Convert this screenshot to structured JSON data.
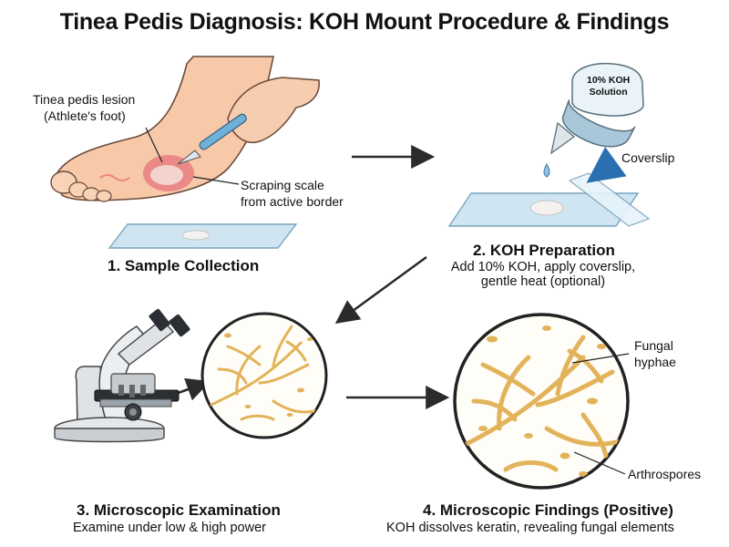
{
  "title": "Tinea Pedis Diagnosis: KOH Mount Procedure & Findings",
  "steps": [
    {
      "heading": "1. Sample Collection",
      "callouts": [
        {
          "line1": "Tinea pedis lesion",
          "line2": "(Athlete's foot)"
        },
        {
          "line1": "Scraping scale",
          "line2": "from active border"
        }
      ]
    },
    {
      "heading": "2. KOH Preparation",
      "desc_line1": "Add 10% KOH, apply coverslip,",
      "desc_line2": "gentle heat (optional)",
      "bottle_label_line1": "10% KOH",
      "bottle_label_line2": "Solution",
      "coverslip_label": "Coverslip"
    },
    {
      "heading": "3. Microscopic Examination",
      "desc": "Examine under low & high power"
    },
    {
      "heading": "4. Microscopic Findings (Positive)",
      "desc": "KOH dissolves keratin, revealing fungal elements",
      "labels": {
        "hyphae_line1": "Fungal",
        "hyphae_line2": "hyphae",
        "spores": "Arthrospores"
      }
    }
  ],
  "colors": {
    "hyphae": "#e3b35a",
    "skin": "#f7c9a8",
    "lesion": "#e2536a",
    "slide": "#cfe6f2",
    "arrow": "#2b2b2b"
  }
}
